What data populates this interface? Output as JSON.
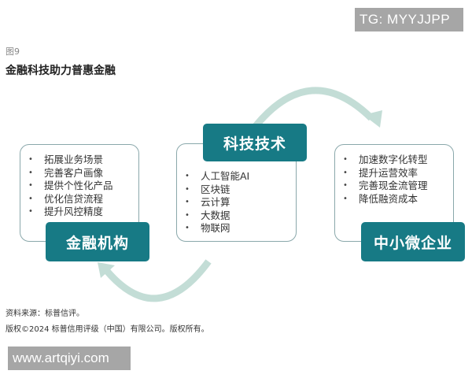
{
  "watermark_top": "TG: MYYJJPP",
  "figure": {
    "number": "图9",
    "title": "金融科技助力普惠金融"
  },
  "colors": {
    "label_bg": "#177a85",
    "outline": "#8aa8ab",
    "arrow": "#c3ddd6"
  },
  "nodes": {
    "financial_institutions": {
      "label": "金融机构",
      "items": [
        "拓展业务场景",
        "完善客户画像",
        "提供个性化产品",
        "优化信贷流程",
        "提升风控精度"
      ]
    },
    "technology": {
      "label": "科技技术",
      "items": [
        "人工智能AI",
        "区块链",
        "云计算",
        "大数据",
        "物联网"
      ]
    },
    "smes": {
      "label": "中小微企业",
      "items": [
        "加速数字化转型",
        "提升运营效率",
        "完善现金流管理",
        "降低融资成本"
      ]
    }
  },
  "bullet_char": "•",
  "footer": {
    "source": "资料来源：标普信评。",
    "copyright": "版权©2024 标普信用评级（中国）有限公司。版权所有。"
  },
  "watermark_bottom": "www.artqiyi.com"
}
